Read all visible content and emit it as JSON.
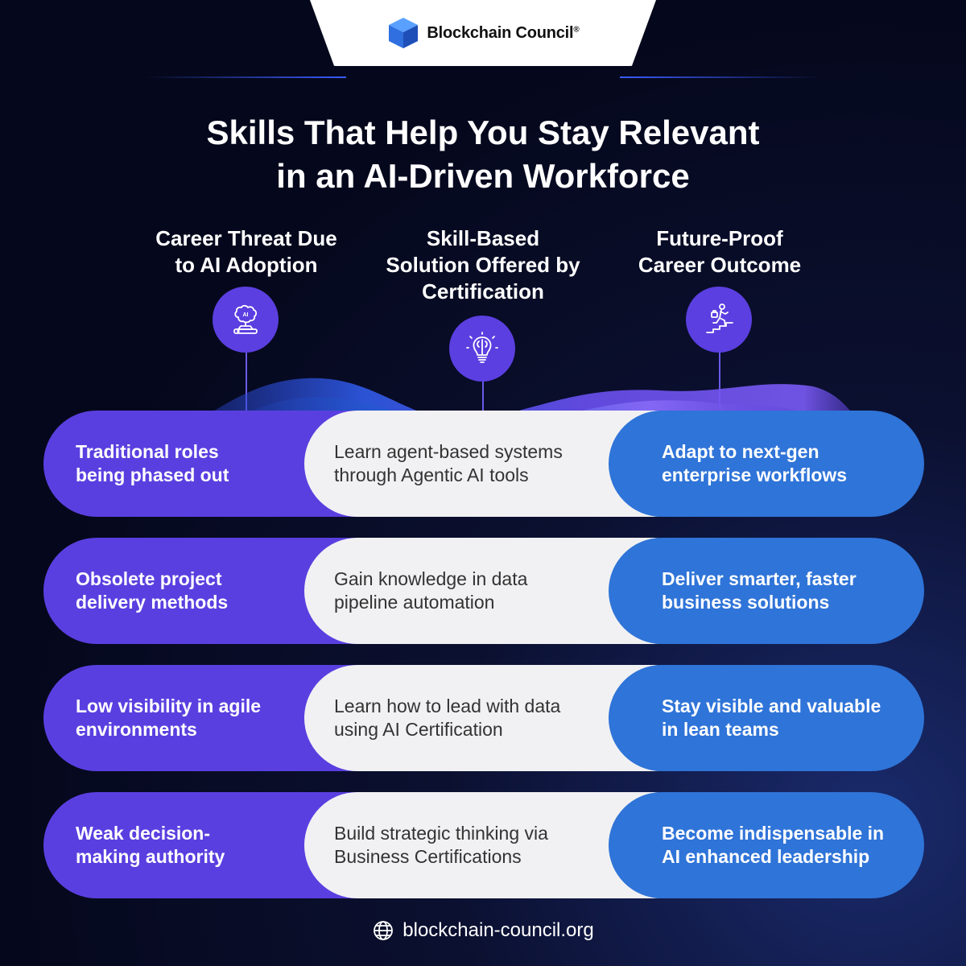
{
  "brand": {
    "name": "Blockchain Council",
    "reg": "®"
  },
  "title": {
    "line1": "Skills That Help You Stay Relevant",
    "line2": "in an AI-Driven Workforce"
  },
  "columns": [
    {
      "line1": "Career Threat Due",
      "line2": "to AI Adoption",
      "line3": "",
      "icon": "ai-brain-icon"
    },
    {
      "line1": "Skill-Based",
      "line2": "Solution Offered by",
      "line3": "Certification",
      "icon": "lightbulb-brain-icon"
    },
    {
      "line1": "Future-Proof",
      "line2": "Career Outcome",
      "line3": "",
      "icon": "climbing-stairs-icon"
    }
  ],
  "rows": [
    {
      "threat": [
        "Traditional roles",
        "being phased out"
      ],
      "solution": [
        "Learn agent-based systems",
        "through Agentic AI tools"
      ],
      "outcome": [
        "Adapt to next-gen",
        "enterprise workflows"
      ]
    },
    {
      "threat": [
        "Obsolete project",
        "delivery methods"
      ],
      "solution": [
        "Gain knowledge in data",
        "pipeline automation"
      ],
      "outcome": [
        "Deliver smarter, faster",
        "business solutions"
      ]
    },
    {
      "threat": [
        "Low visibility in agile",
        "environments"
      ],
      "solution": [
        "Learn how to lead with data",
        "using AI Certification"
      ],
      "outcome": [
        "Stay visible and valuable",
        "in lean teams"
      ]
    },
    {
      "threat": [
        "Weak decision-",
        "making authority"
      ],
      "solution": [
        "Build strategic thinking via",
        "Business Certifications"
      ],
      "outcome": [
        "Become indispensable in",
        "AI enhanced leadership"
      ]
    }
  ],
  "footer": {
    "url": "blockchain-council.org",
    "icon": "globe-icon"
  },
  "colors": {
    "threat": "#5a3fe0",
    "solution": "#f1f1f3",
    "outcome": "#2f74d8",
    "background": "#070a1f"
  }
}
